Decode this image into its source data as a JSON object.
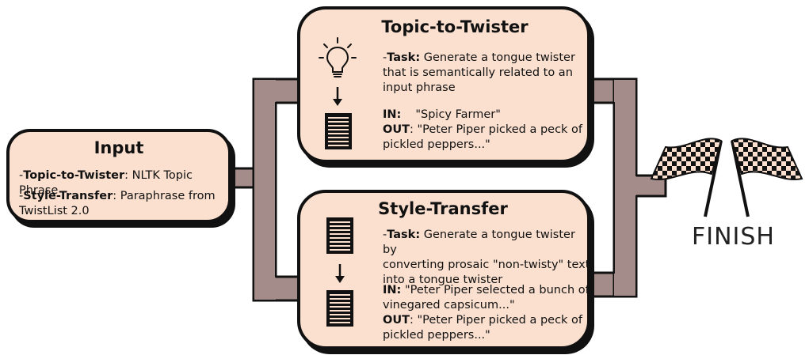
{
  "input": {
    "title": "Input",
    "line1_label": "Topic-to-Twister",
    "line1_text": ": NLTK Topic Phrase",
    "line2_label": "Style-Transfer",
    "line2_text": ": Paraphrase from TwistList 2.0"
  },
  "topic": {
    "title": "Topic-to-Twister",
    "task_prefix": "-",
    "task_label": "Task:",
    "task_l1": " Generate a tongue twister",
    "task_l2": "that is semantically related to an",
    "task_l3": "input phrase",
    "in_label": "IN:",
    "in_text": "\"Spicy Farmer\"",
    "out_label": "OUT",
    "out_l1": ": \"Peter Piper picked a peck of",
    "out_l2": "pickled peppers...\""
  },
  "style": {
    "title": "Style-Transfer",
    "task_prefix": "-",
    "task_label": "Task:",
    "task_l1": " Generate a tongue twister  by",
    "task_l2": "converting prosaic \"non-twisty\" text",
    "task_l3": "into a tongue twister",
    "in_label": "IN:",
    "in_l1": " \"Peter Piper selected a bunch of",
    "in_l2": "vinegared capsicum...\"",
    "out_label": "OUT",
    "out_l1": ": \"Peter Piper picked a peck of",
    "out_l2": "pickled peppers...\""
  },
  "finish": {
    "label": "FINISH"
  },
  "colors": {
    "box_fill": "#fbe0cf",
    "pipe": "#a38c89",
    "outline": "#111111"
  }
}
